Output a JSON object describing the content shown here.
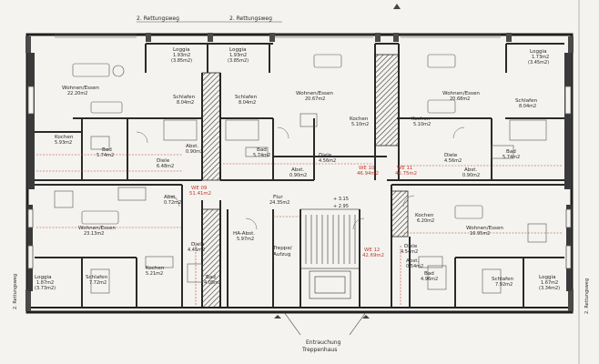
{
  "rettungsweg_top": [
    "2. Rettungsweg",
    "2. Rettungsweg"
  ],
  "rettungsweg_side": [
    "2. Rettungsweg",
    "2. Rettungsweg"
  ],
  "bottom_label": [
    "Entrauchung",
    "Treppenhaus"
  ],
  "units": [
    {
      "label": "WE 09",
      "area": "51.41m2"
    },
    {
      "label": "WE 10",
      "area": "46.94m2"
    },
    {
      "label": "WE 11",
      "area": "46.75m2"
    },
    {
      "label": "WE 12",
      "area": "42.69m2"
    }
  ],
  "level_marks": [
    "+ 3.15",
    "+ 2.95"
  ],
  "rooms": [
    {
      "name": "Loggia",
      "area": "1.93m2",
      "note": "(3.85m2)"
    },
    {
      "name": "Loggia",
      "area": "1.93m2",
      "note": "(3.85m2)"
    },
    {
      "name": "Loggia",
      "area": "1.73m2",
      "note": "(3.45m2)"
    },
    {
      "name": "Wohnen/Essen",
      "area": "22.20m2"
    },
    {
      "name": "Wohnen/Essen",
      "area": "20.67m2"
    },
    {
      "name": "Wohnen/Essen",
      "area": "20.68m2"
    },
    {
      "name": "Schlafen",
      "area": "8.04m2"
    },
    {
      "name": "Schlafen",
      "area": "8.04m2"
    },
    {
      "name": "Schlafen",
      "area": "8.04m2"
    },
    {
      "name": "Kochen",
      "area": "5.93m2"
    },
    {
      "name": "Kochen",
      "area": "5.10m2"
    },
    {
      "name": "Kochen",
      "area": "5.10m2"
    },
    {
      "name": "Bad",
      "area": "5.74m2"
    },
    {
      "name": "Bad",
      "area": "5.74m2"
    },
    {
      "name": "Bad",
      "area": "5.74m2"
    },
    {
      "name": "Diele",
      "area": "6.48m2"
    },
    {
      "name": "Diele",
      "area": "4.56m2"
    },
    {
      "name": "Diele",
      "area": "4.56m2"
    },
    {
      "name": "Abst.",
      "area": "0.90m2"
    },
    {
      "name": "Abst.",
      "area": "0.90m2"
    },
    {
      "name": "Abst.",
      "area": "0.90m2"
    },
    {
      "name": "Flur",
      "area": "24.35m2"
    },
    {
      "name": "Treppe/",
      "area": "Aufzug"
    },
    {
      "name": "HA-Abst.",
      "area": "5.97m2"
    },
    {
      "name": "Wohnen/Essen",
      "area": "23.13m2"
    },
    {
      "name": "Wohnen/Essen",
      "area": "16.95m2"
    },
    {
      "name": "Kochen",
      "area": "5.21m2"
    },
    {
      "name": "Kochen",
      "area": "6.20m2"
    },
    {
      "name": "Schlafen",
      "area": "7.72m2"
    },
    {
      "name": "Schlafen",
      "area": "7.92m2"
    },
    {
      "name": "Loggia",
      "area": "1.87m2",
      "note": "(3.73m2)"
    },
    {
      "name": "Loggia",
      "area": "1.67m2",
      "note": "(3.34m2)"
    },
    {
      "name": "Diele",
      "area": "4.45m2"
    },
    {
      "name": "Diele",
      "area": "4.54m2"
    },
    {
      "name": "Bad",
      "area": "4.05m2"
    },
    {
      "name": "Bad",
      "area": "4.96m2"
    },
    {
      "name": "Abst.",
      "area": "0.72m2"
    },
    {
      "name": "Abst.",
      "area": "0.54m2"
    }
  ]
}
